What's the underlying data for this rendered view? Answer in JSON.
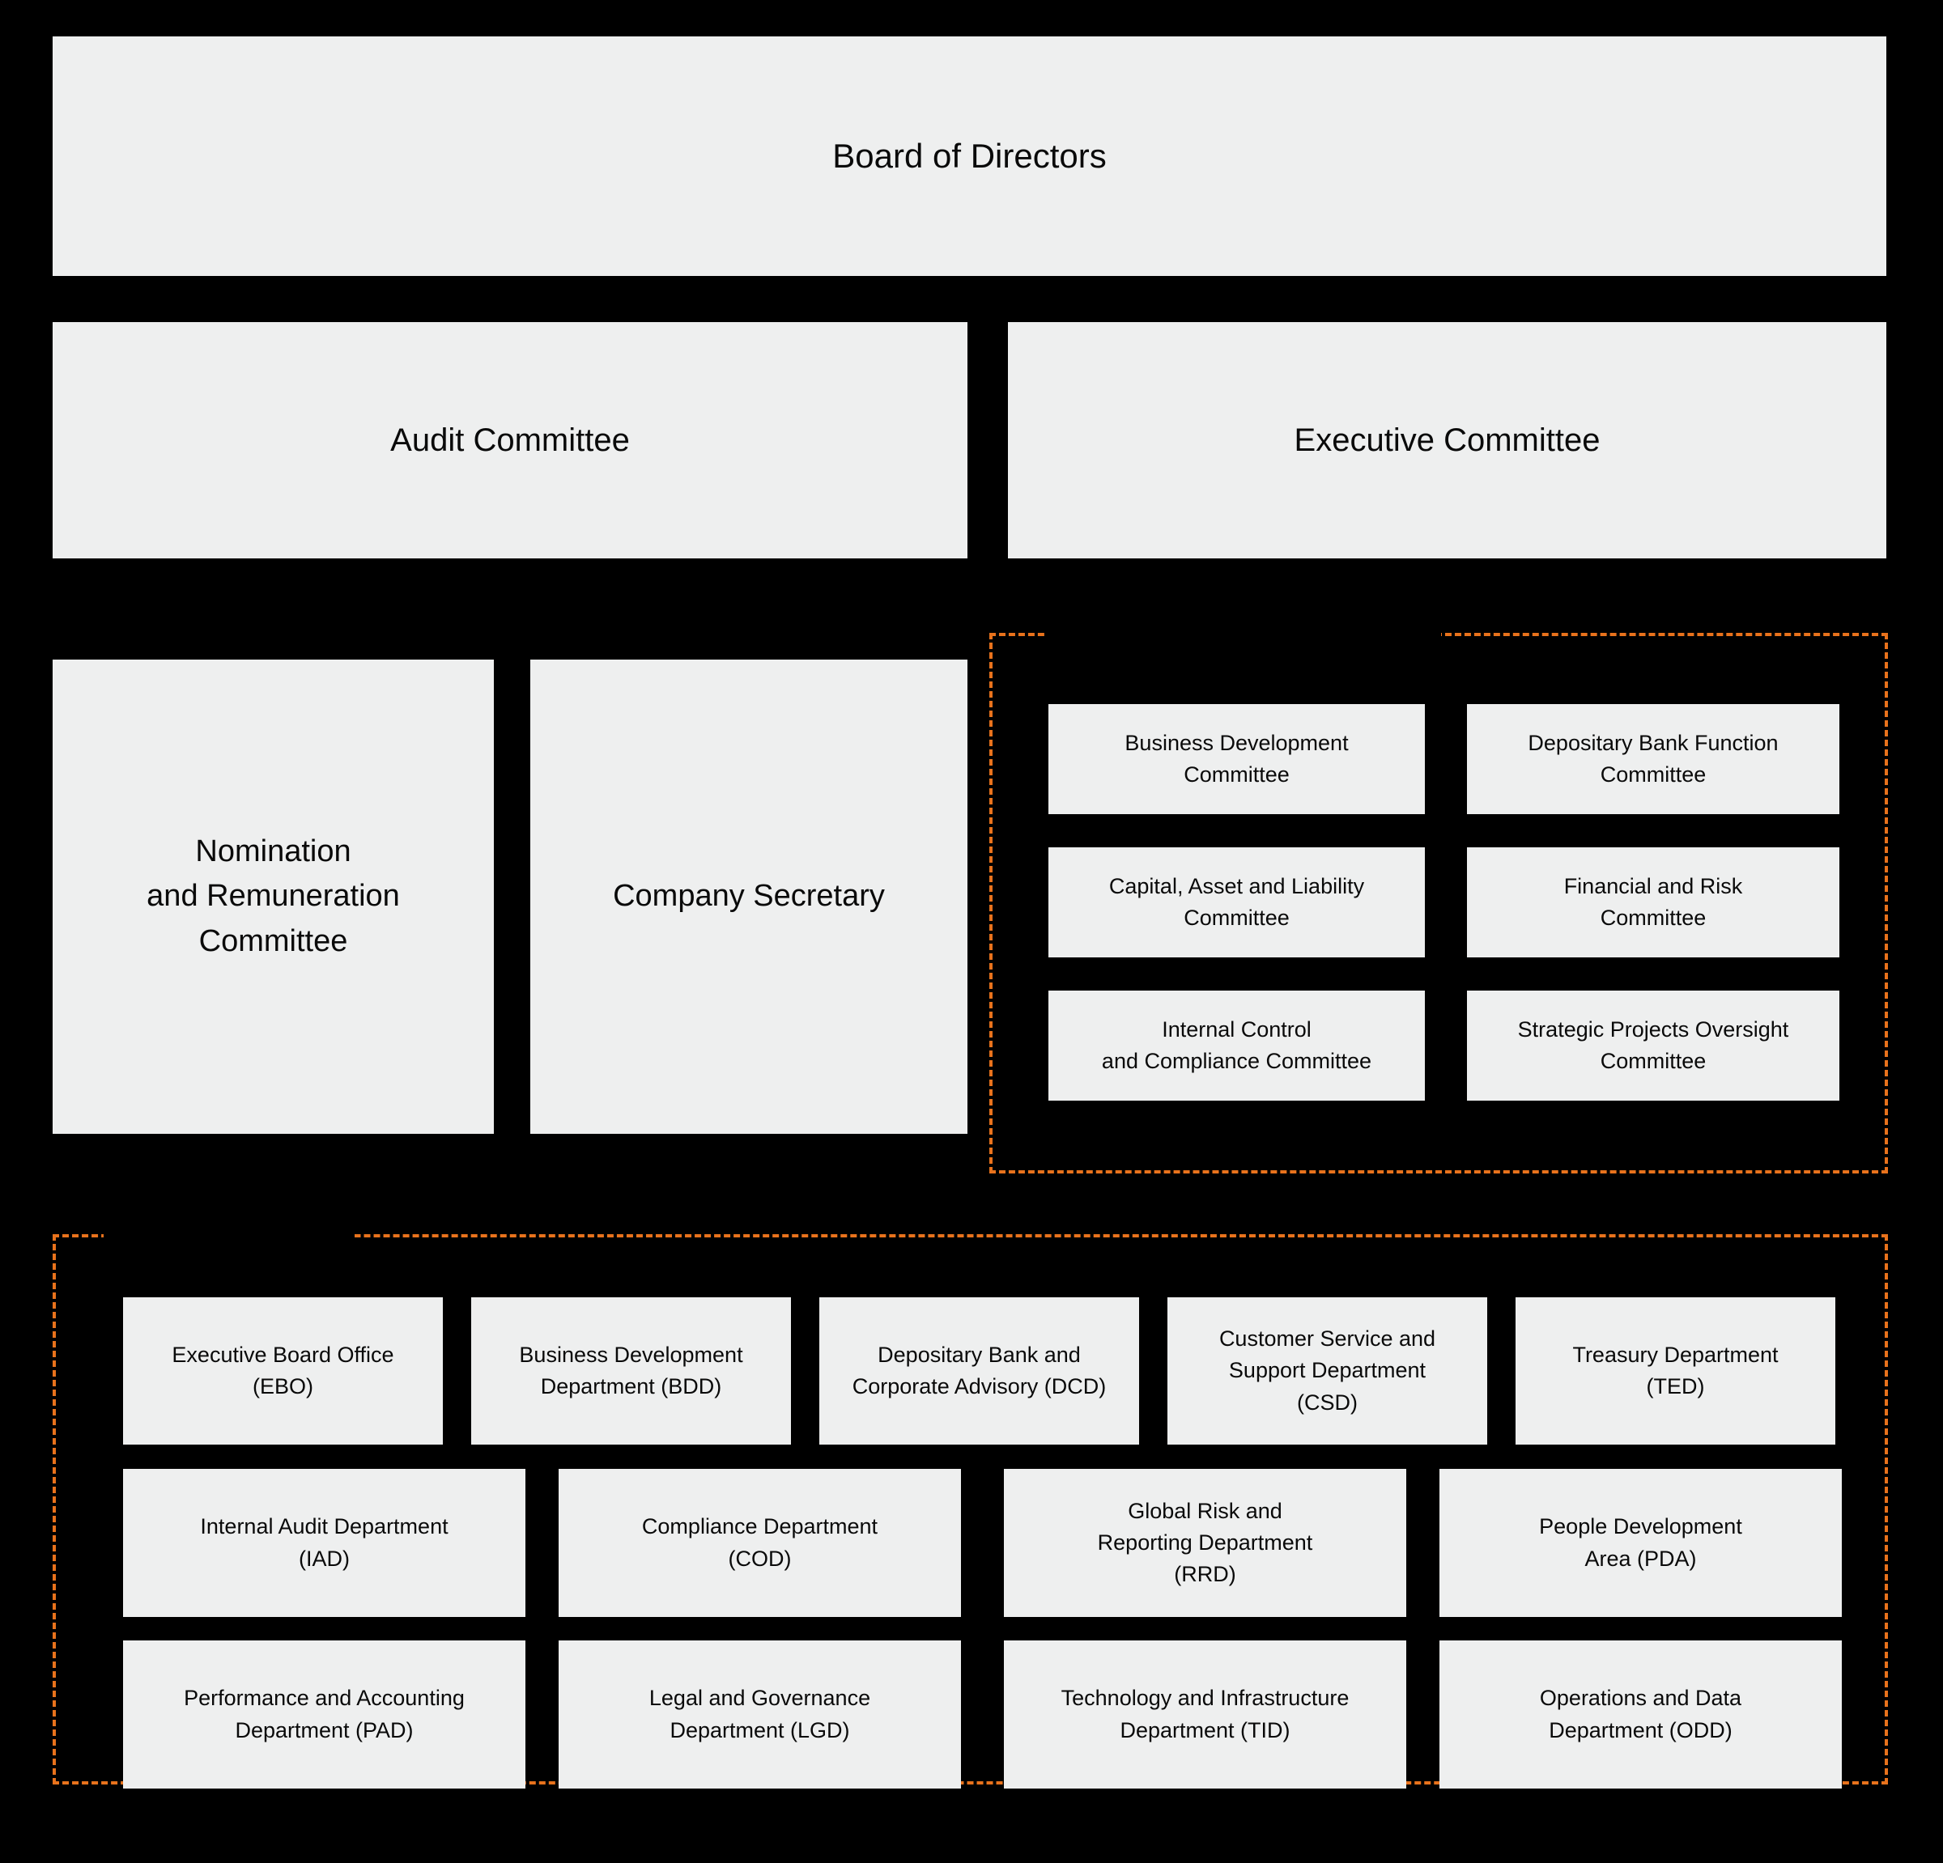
{
  "diagram": {
    "title": "Corporate Governance Organizational Chart",
    "background_color": "#000000",
    "node_fill_color": "#EEEFEF",
    "node_text_color": "#0A0A0A",
    "dashed_group_color": "#E8721C"
  },
  "levels": {
    "board": {
      "label": "Board of Directors"
    },
    "committees_top": [
      {
        "label": "Audit Committee"
      },
      {
        "label": "Executive Committee"
      }
    ],
    "committees_mid": [
      {
        "label": "Nomination\nand Remuneration\nCommittee"
      },
      {
        "label": "Company Secretary"
      }
    ]
  },
  "management_committees_group": {
    "border_style": "dashed",
    "items": [
      {
        "label": "Business Development\nCommittee"
      },
      {
        "label": "Depositary Bank Function\nCommittee"
      },
      {
        "label": "Capital, Asset and Liability\nCommittee"
      },
      {
        "label": "Financial and Risk\nCommittee"
      },
      {
        "label": "Internal Control\nand Compliance Committee"
      },
      {
        "label": "Strategic Projects Oversight\nCommittee"
      }
    ]
  },
  "departments_group": {
    "border_style": "dashed",
    "row1": [
      {
        "label": "Executive Board Office\n(EBO)"
      },
      {
        "label": "Business Development\nDepartment (BDD)"
      },
      {
        "label": "Depositary Bank and\nCorporate Advisory (DCD)"
      },
      {
        "label": "Customer Service and\nSupport Department\n(CSD)"
      },
      {
        "label": "Treasury Department\n(TED)"
      }
    ],
    "row2": [
      {
        "label": "Internal Audit Department\n(IAD)"
      },
      {
        "label": "Compliance Department\n(COD)"
      },
      {
        "label": "Global Risk and\nReporting Department\n(RRD)"
      },
      {
        "label": "People Development\nArea (PDA)"
      }
    ],
    "row3": [
      {
        "label": "Performance and Accounting\nDepartment (PAD)"
      },
      {
        "label": "Legal and Governance\nDepartment (LGD)"
      },
      {
        "label": "Technology and Infrastructure\nDepartment (TID)"
      },
      {
        "label": "Operations and Data\nDepartment (ODD)"
      }
    ]
  }
}
